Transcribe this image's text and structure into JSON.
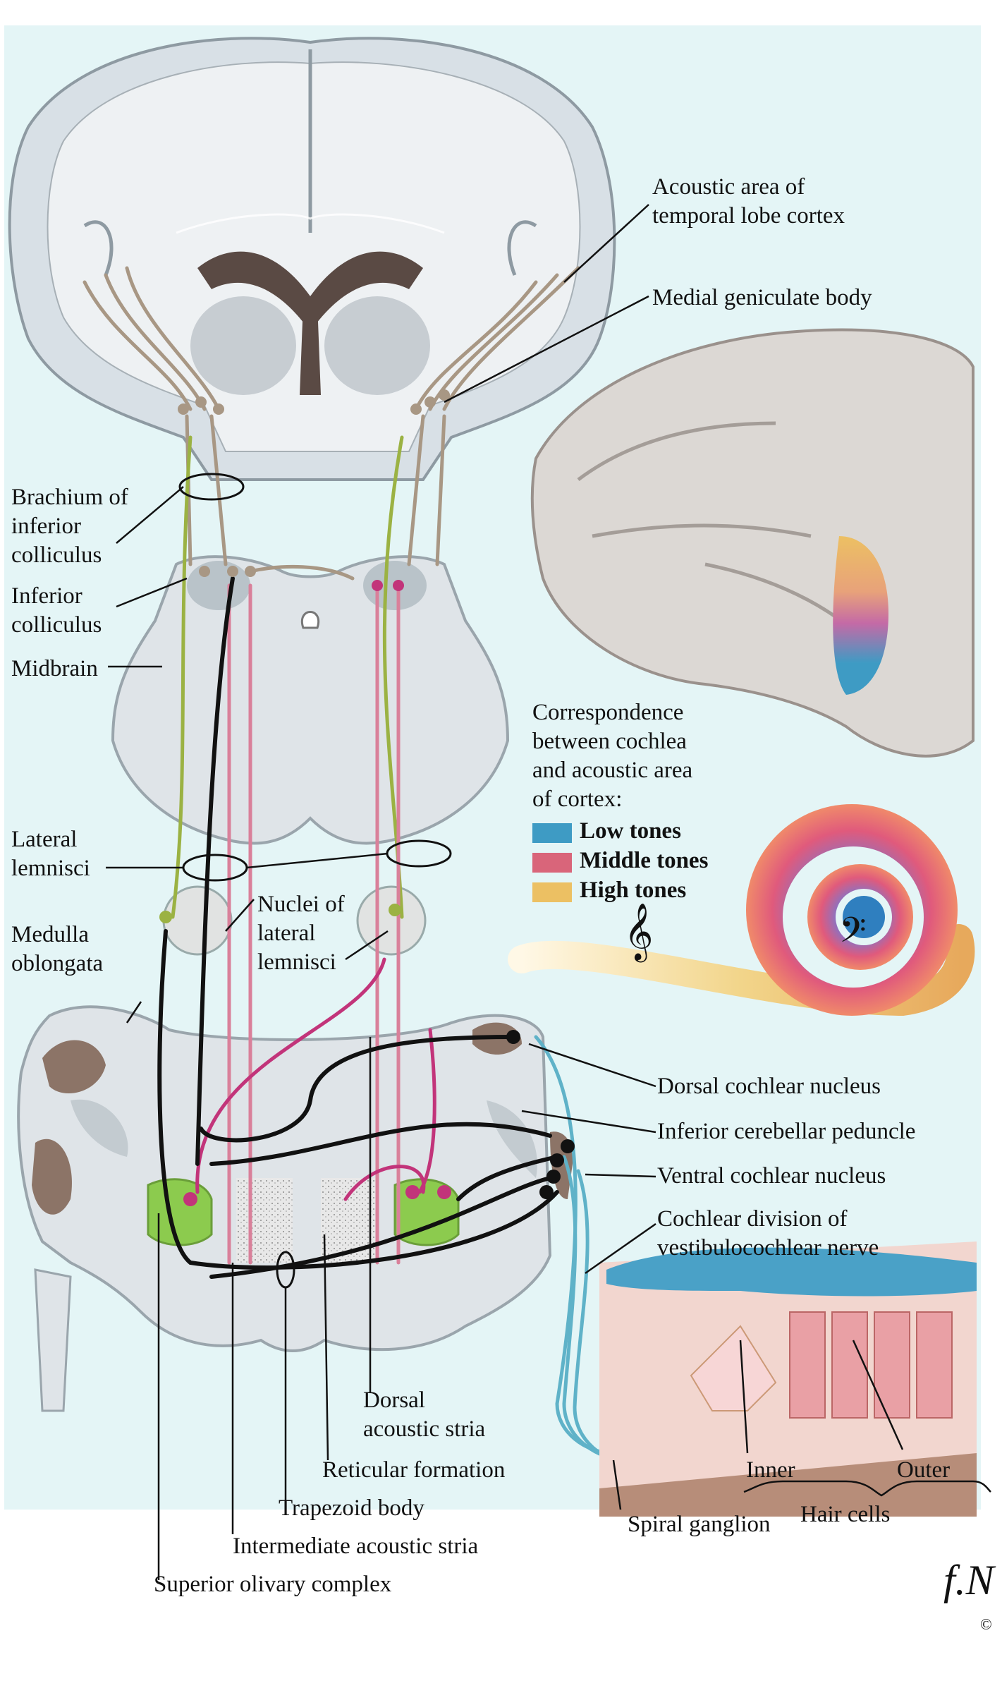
{
  "labels": {
    "acoustic_area": [
      "Acoustic area of",
      "temporal lobe cortex"
    ],
    "medial_geniculate": "Medial geniculate body",
    "brachium": [
      "Brachium of",
      "inferior",
      "colliculus"
    ],
    "inferior_colliculus": [
      "Inferior",
      "colliculus"
    ],
    "midbrain": "Midbrain",
    "lateral_lemnisci": [
      "Lateral",
      "lemnisci"
    ],
    "nuclei_lateral_lemnisci": [
      "Nuclei of",
      "lateral",
      "lemnisci"
    ],
    "medulla": [
      "Medulla",
      "oblongata"
    ],
    "dorsal_cochlear_nucleus": "Dorsal cochlear nucleus",
    "inferior_cerebellar_peduncle": "Inferior cerebellar peduncle",
    "ventral_cochlear_nucleus": "Ventral cochlear nucleus",
    "cochlear_division": [
      "Cochlear division of",
      "vestibulocochlear nerve"
    ],
    "dorsal_acoustic_stria": [
      "Dorsal",
      "acoustic stria"
    ],
    "reticular_formation": "Reticular formation",
    "trapezoid_body": "Trapezoid body",
    "intermediate_acoustic_stria": "Intermediate acoustic stria",
    "superior_olivary_complex": "Superior olivary complex",
    "spiral_ganglion": "Spiral ganglion",
    "inner": "Inner",
    "outer": "Outer",
    "hair_cells": "Hair cells"
  },
  "legend": {
    "title": [
      "Correspondence",
      "between cochlea",
      "and acoustic area",
      "of cortex:"
    ],
    "items": [
      {
        "label": "Low tones",
        "color": "#3e9bc4"
      },
      {
        "label": "Middle tones",
        "color": "#d9657a"
      },
      {
        "label": "High tones",
        "color": "#ecc063"
      }
    ],
    "treble_clef": "𝄞",
    "bass_clef": "𝄢"
  },
  "colors": {
    "panel_bg": "#e4f5f6",
    "brain_tissue": "#dfe4e8",
    "brain_outline": "#8e9aa2",
    "auditory_green": "#9bb243",
    "auditory_magenta": "#c2347a",
    "auditory_pink": "#d9809a",
    "auditory_black": "#111111",
    "auditory_tan": "#a89784",
    "cochlear_nerve_blue": "#5fb2c8",
    "olive_green": "#8ccb4e"
  },
  "signature": "f.N",
  "copyright": "©"
}
